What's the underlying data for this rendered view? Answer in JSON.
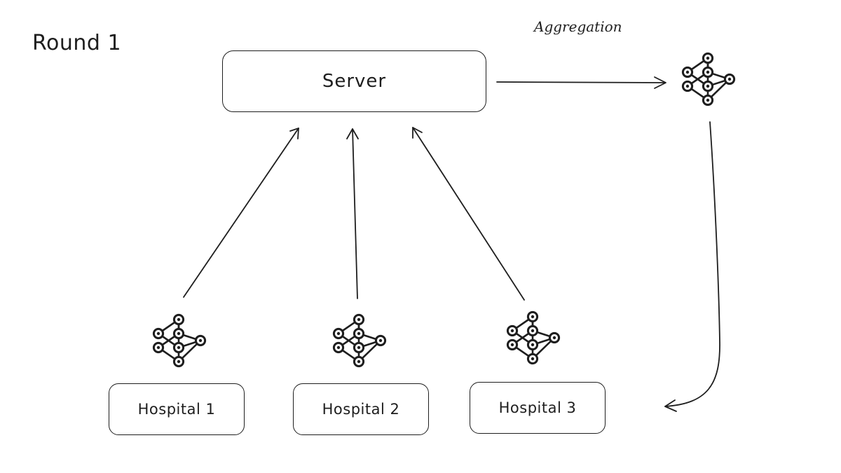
{
  "round_label": "Round 1",
  "aggregation_label": "Aggregation",
  "server": {
    "label": "Server"
  },
  "hospitals": [
    {
      "label": "Hospital 1"
    },
    {
      "label": "Hospital 2"
    },
    {
      "label": "Hospital 3"
    }
  ],
  "icons": {
    "model": "neural-network-icon"
  },
  "colors": {
    "stroke": "#1e1e1e",
    "background": "#ffffff"
  }
}
